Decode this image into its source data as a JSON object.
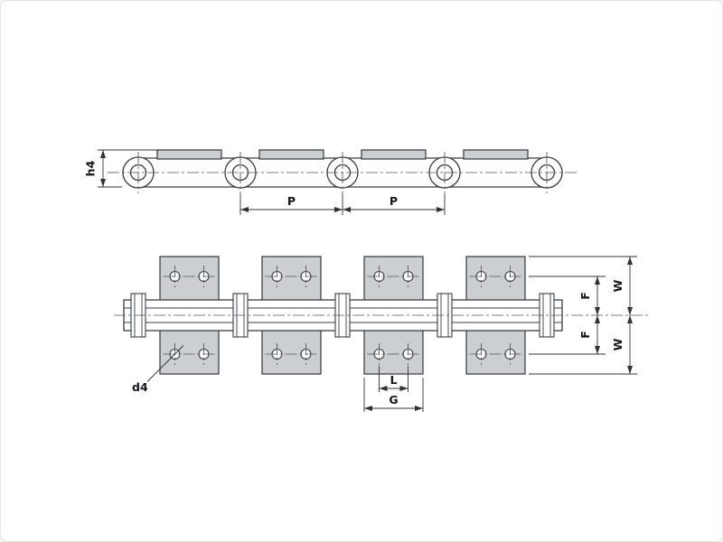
{
  "diagram": {
    "colors": {
      "plate_fill": "#cbcfd2",
      "outline": "#3a3e42",
      "centerline": "#50555a",
      "background": "#ffffff"
    },
    "labels": {
      "h4": "h4",
      "p_left": "P",
      "p_right": "P",
      "f_upper": "F",
      "f_lower": "F",
      "w_upper": "W",
      "w_lower": "W",
      "l": "L",
      "g": "G",
      "d4": "d4"
    }
  }
}
